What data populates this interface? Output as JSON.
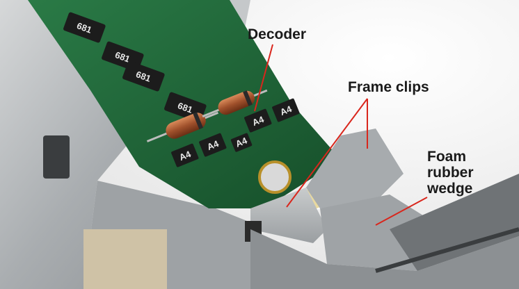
{
  "labels": {
    "decoder": "Decoder",
    "frame_clips": "Frame clips",
    "foam_line1": "Foam",
    "foam_line2": "rubber",
    "foam_line3": "wedge"
  },
  "resistor_codes": [
    "681",
    "681",
    "681",
    "681"
  ],
  "diode_codes": [
    "A4",
    "A4",
    "A4",
    "A4",
    "A4"
  ],
  "colors": {
    "pcb": "#1f6b3a",
    "metal": "#b9bdbf",
    "leader_line": "#d9261c",
    "label_text": "#1a1a1a"
  }
}
